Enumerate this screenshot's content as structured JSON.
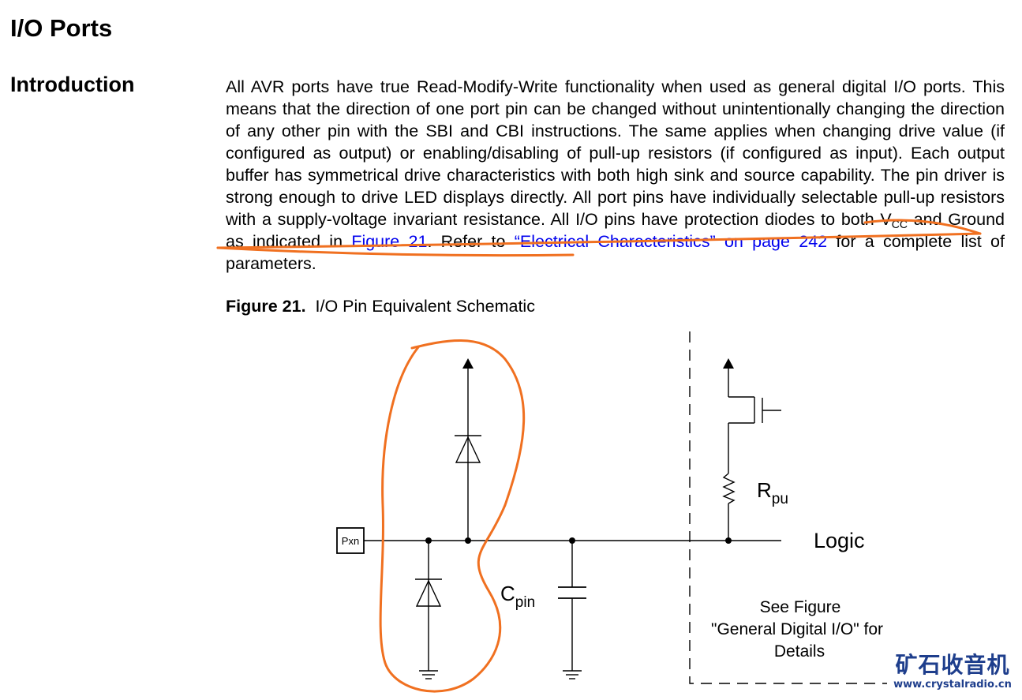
{
  "heading": "I/O Ports",
  "section": "Introduction",
  "paragraph": {
    "p1": "All AVR ports have true Read-Modify-Write functionality when used as general digital I/O ports. This means that the direction of one port pin can be changed without unintentionally changing the direction of any other pin with the SBI and CBI instructions. The same applies when changing drive value (if configured as output) or enabling/disabling of pull-up resistors (if configured as input). Each output buffer has symmetrical drive characteristics with both high sink and source capability. The pin driver is strong enough to drive LED displays directly. All port pins have individually selectable pull-up resistors with a supply-voltage invariant resistance. All I/O pins have protection diodes to both V",
    "vcc_sub": "CC",
    "p2": " and Ground as indicated in ",
    "link_figure": "Figure 21",
    "p3": ". Refer to ",
    "link_electrical": "“Electrical Characteristics” on page 242",
    "p4": " for a complete list of parameters."
  },
  "figure": {
    "number": "Figure 21.",
    "title": "I/O Pin Equivalent Schematic",
    "pin_label": "Pxn",
    "rpu_main": "R",
    "rpu_sub": "pu",
    "logic_label": "Logic",
    "cpin_main": "C",
    "cpin_sub": "pin",
    "see_line1": "See Figure",
    "see_line2": "\"General Digital I/O\" for",
    "see_line3": "Details"
  },
  "colors": {
    "link": "#0000ee",
    "annotation": "#f07020",
    "watermark": "#1e3e8c"
  },
  "watermark": {
    "text": "矿石收音机",
    "url": "www.crystalradio.cn"
  }
}
